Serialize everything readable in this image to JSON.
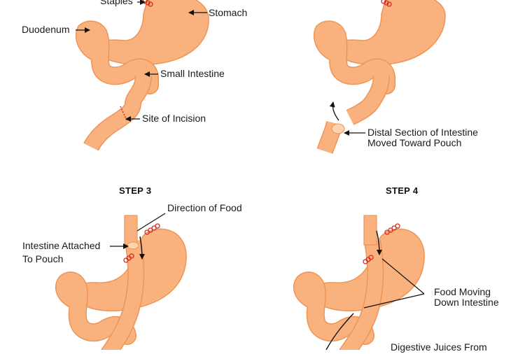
{
  "colors": {
    "organ_fill": "#F9B27E",
    "organ_edge": "#EE9455",
    "highlight": "#FCD2AF",
    "staples": "#D62B1F",
    "arrow": "#111111"
  },
  "steps": {
    "step3": "STEP 3",
    "step4": "STEP 4"
  },
  "labels": {
    "staples": "Staples",
    "stomach": "Stomach",
    "duodenum": "Duodenum",
    "small_intestine": "Small Intestine",
    "site_of_incision": "Site of Incision",
    "distal_line1": "Distal Section of Intestine",
    "distal_line2": "Moved Toward Pouch",
    "direction_of_food": "Direction of Food",
    "attached_line1": "Intestine Attached",
    "attached_line2": "To Pouch",
    "food_moving_line1": "Food Moving",
    "food_moving_line2": "Down Intestine",
    "digestive_juices_partial": "Digestive Juices From"
  }
}
